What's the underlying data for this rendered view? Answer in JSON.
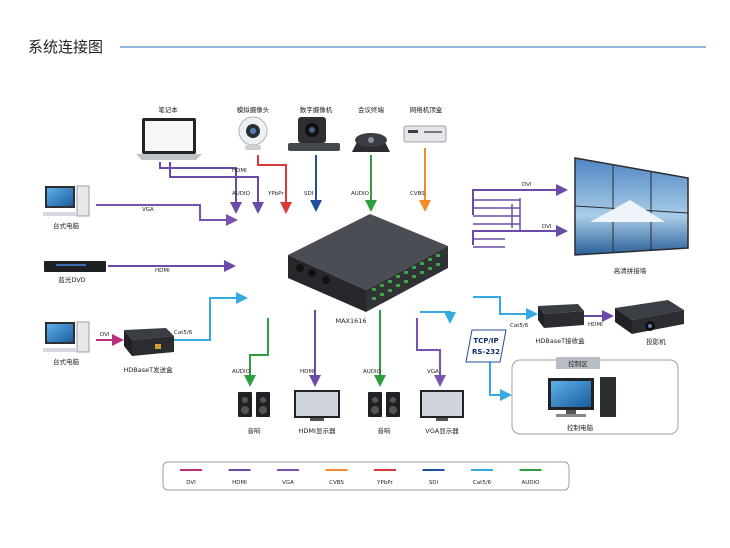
{
  "page_title": "系统连接图",
  "colors": {
    "dvi": "#b8307e",
    "hdmi": "#6c4ba8",
    "vga": "#7a52b0",
    "cvbs": "#f28c28",
    "ypbpr": "#d83a3a",
    "sdi": "#1f4e9c",
    "cat56": "#36a9e1",
    "audio": "#2e9e3e",
    "title_rule": "#2a6ebb"
  },
  "devices": {
    "laptop": "笔记本",
    "analog_camera": "模拟摄像头",
    "digital_camera": "数字摄像机",
    "conference_terminal": "会议终端",
    "set_top_box": "网络机顶盒",
    "desktop_pc": "台式电脑",
    "bluray": "蓝光DVD",
    "desktop_pc_2": "台式电脑",
    "hdbaset_tx": "HDBaseT发送盒",
    "matrix": "MAX1616",
    "video_wall": "高清拼接墙",
    "hdbaset_rx": "HDBaseT接收盒",
    "projector": "投影机",
    "control_area": "控制区",
    "control_pc": "控制电脑",
    "speaker_1": "音响",
    "hdmi_display": "HDMI显示器",
    "speaker_2": "音响",
    "vga_display": "VGA显示器"
  },
  "signals": {
    "hdmi_laptop": "HDMI",
    "audio_laptop": "AUDIO",
    "ypbpr": "YPbPr",
    "sdi": "SDI",
    "audio_conf": "AUDIO",
    "cvbs": "CVBS",
    "vga_pc": "VGA",
    "hdmi_bluray": "HDMI",
    "dvi_pc2": "DVI",
    "cat_tx": "Cat5/6",
    "dvi_wall_top": "DVI",
    "dvi_wall_bottom": "DVI",
    "cat_rx": "Cat5/6",
    "hdmi_proj": "HDMI",
    "protocol_line1": "TCP/IP",
    "protocol_line2": "RS-232",
    "audio_out_1": "AUDIO",
    "hdmi_out": "HDMI",
    "audio_out_2": "AUDIO",
    "vga_out": "VGA"
  },
  "legend": [
    {
      "label": "DVI",
      "color": "#b8307e"
    },
    {
      "label": "HDMI",
      "color": "#6c4ba8"
    },
    {
      "label": "VGA",
      "color": "#7a52b0"
    },
    {
      "label": "CVBS",
      "color": "#f28c28"
    },
    {
      "label": "YPbPr",
      "color": "#d83a3a"
    },
    {
      "label": "SDI",
      "color": "#1f4e9c"
    },
    {
      "label": "Cat5/6",
      "color": "#36a9e1"
    },
    {
      "label": "AUDIO",
      "color": "#2e9e3e"
    }
  ]
}
